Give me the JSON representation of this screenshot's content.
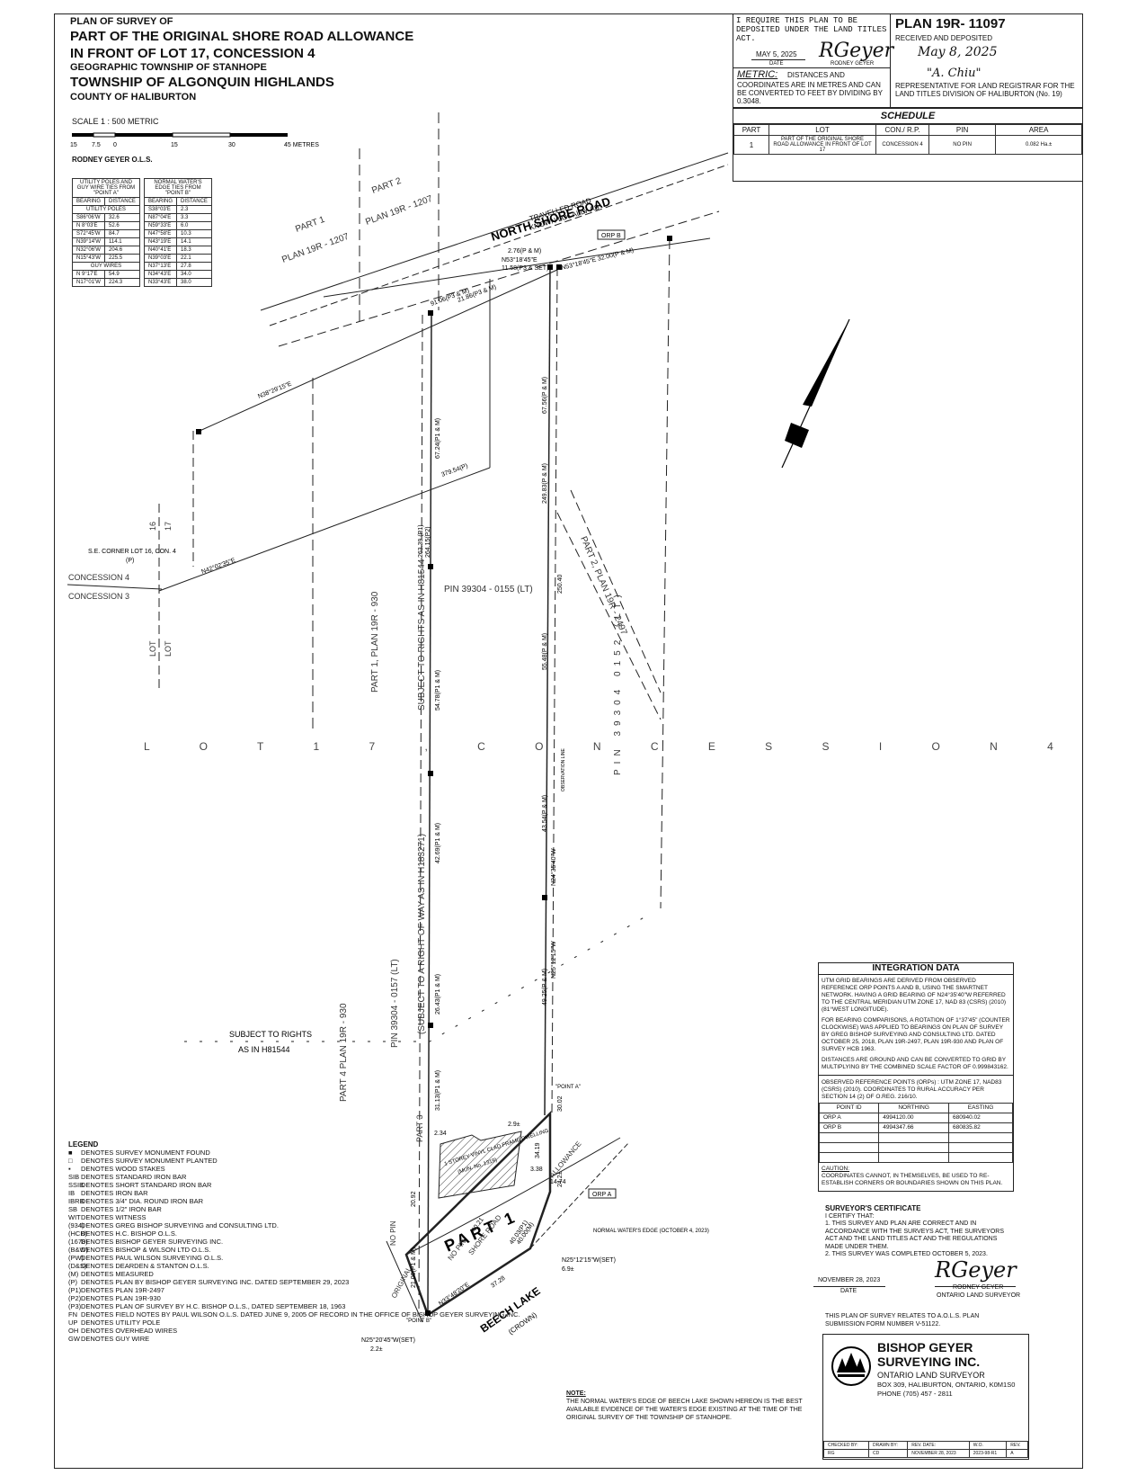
{
  "title_block": {
    "line1": "PLAN OF SURVEY OF",
    "line2": "PART OF THE ORIGINAL SHORE ROAD ALLOWANCE",
    "line3": "IN FRONT OF LOT 17, CONCESSION 4",
    "line4": "GEOGRAPHIC TOWNSHIP OF STANHOPE",
    "line5": "TOWNSHIP OF ALGONQUIN HIGHLANDS",
    "line6": "COUNTY OF HALIBURTON",
    "scale": "SCALE 1 : 500 METRIC",
    "scale_ticks": [
      "15",
      "7.5",
      "0",
      "15",
      "30",
      "45 METRES"
    ],
    "surveyor": "RODNEY GEYER O.L.S."
  },
  "deposit": {
    "require_text": "I REQUIRE THIS PLAN TO BE DEPOSITED UNDER THE LAND TITLES ACT.",
    "date_value": "MAY 5, 2025",
    "date_label": "DATE",
    "signer": "RODNEY GEYER",
    "metric_title": "METRIC:",
    "metric_sub": "DISTANCES AND",
    "metric_text": "COORDINATES ARE IN METRES AND CAN BE CONVERTED TO FEET BY DIVIDING BY 0.3048.",
    "plan_no": "PLAN 19R- 11097",
    "received": "RECEIVED AND DEPOSITED",
    "received_date": "May 8, 2025",
    "rep_name": "\"A. Chiu\"",
    "rep_text": "REPRESENTATIVE FOR LAND REGISTRAR FOR THE LAND TITLES DIVISION OF HALIBURTON (No. 19)"
  },
  "schedule": {
    "title": "SCHEDULE",
    "headers": [
      "PART",
      "LOT",
      "CON./ R.P.",
      "PIN",
      "AREA"
    ],
    "row": [
      "1",
      "PART OF THE ORIGINAL SHORE ROAD ALLOWANCE IN FRONT OF LOT 17",
      "CONCESSION 4",
      "NO PIN",
      "0.082 Ha.±"
    ]
  },
  "tie_table_a": {
    "title": "UTILITY POLES AND GUY WIRE TIES FROM \"POINT A\"",
    "headers": [
      "BEARING",
      "DISTANCE"
    ],
    "group1": "UTILITY POLES",
    "rows1": [
      [
        "S86°06'W",
        "32.6"
      ],
      [
        "N 8°03'E",
        "52.6"
      ],
      [
        "S72°45'W",
        "84.7"
      ],
      [
        "N39°14'W",
        "114.1"
      ],
      [
        "N32°06'W",
        "204.6"
      ],
      [
        "N15°43'W",
        "225.5"
      ]
    ],
    "group2": "GUY WIRES",
    "rows2": [
      [
        "N 9°17'E",
        "54.9"
      ],
      [
        "N17°01'W",
        "224.3"
      ]
    ]
  },
  "tie_table_b": {
    "title": "NORMAL WATER'S EDGE TIES FROM \"POINT B\"",
    "headers": [
      "BEARING",
      "DISTANCE"
    ],
    "rows": [
      [
        "S38°03'E",
        "2.3"
      ],
      [
        "N87°04'E",
        "3.3"
      ],
      [
        "N59°33'E",
        "6.0"
      ],
      [
        "N47°58'E",
        "10.3"
      ],
      [
        "N43°19'E",
        "14.1"
      ],
      [
        "N40°41'E",
        "18.3"
      ],
      [
        "N39°03'E",
        "22.1"
      ],
      [
        "N37°13'E",
        "27.8"
      ],
      [
        "N34°43'E",
        "34.0"
      ],
      [
        "N33°43'E",
        "38.0"
      ]
    ]
  },
  "drawing": {
    "road_label1": "TRAVELLED ROAD",
    "road_label2": "KNOWN LOCALLY AS",
    "road_name": "NORTH SHORE ROAD",
    "orp_b": "ORP B",
    "orp_a": "ORP A",
    "part1_plan_top": "PART 1",
    "plan_1207": "PLAN 19R - 1207",
    "part2_top": "PART 2",
    "plan_1207b": "PLAN 19R - 1207",
    "lot_text": "L O T   1 7 ,   C O N C E S S I O N   4",
    "concession4": "CONCESSION 4",
    "concession3": "CONCESSION 3",
    "lot16": "16",
    "lot17": "17",
    "lot_a": "LOT",
    "lot_b": "LOT",
    "se_corner": "S.E. CORNER LOT 16, CON. 4",
    "se_corner_p": "(P)",
    "bearing_n42": "N42°02'35\"E",
    "bearing_n38": "N38°29'15\"E",
    "pin_155": "PIN 39304 - 0155 (LT)",
    "pin_157": "PIN 39304 - 0157 (LT)",
    "pin_152": "PIN 39304 0152 (LT)",
    "part1_930": "PART 1, PLAN 19R - 930",
    "part4_930": "PART 4 PLAN 19R - 930",
    "part2_2497": "PART 2, PLAN 19R - 2497",
    "part3": "PART 3",
    "subject_rights": "SUBJECT TO RIGHTS AS IN H81544",
    "subject_row": "(SUBJECT TO A RIGHT OF WAY AS IN H183271)",
    "subject_left1": "SUBJECT TO RIGHTS",
    "subject_left2": "AS IN H81544",
    "part1_big": "PART 1",
    "shore_road": "SHORE ROAD",
    "no_pin_a": "NO PIN",
    "original": "ORIGINAL",
    "no_pin_b": "NO PIN",
    "allowance": "ALLOWANCE",
    "beech_lake": "BEECH LAKE",
    "crown": "(CROWN)",
    "dwelling": "1 STOREY VINYL CLAD FRAME DWELLING",
    "dwelling_no": "(MUN. No. 1319)",
    "water_edge": "NORMAL WATER'S EDGE (OCTOBER 4, 2023)",
    "point_b": "\"POINT B\"",
    "point_a": "\"POINT A\"",
    "observation_line": "OBSERVATION LINE",
    "dims": [
      "2.76(P & M)",
      "N53°18'45\"E",
      "11.58(P3 & SET)",
      "N53°18'45\"E 32.00(P & M)",
      "91.06(P3 & M)",
      "21.86(P3 & M)",
      "67.24(P1 & M)",
      "379.54(P)",
      "263.39 (P1)",
      "264.15(P2)",
      "54.78(P1 & M)",
      "42.69(P1 & M)",
      "26.43(P1 & M)",
      "31.13(P1 & M)",
      "67.56(P & M)",
      "249.83(P & M)",
      "250.40",
      "55.48(P & M)",
      "43.54(P & M)",
      "N24°35'40\"W",
      "49.25(P & M)",
      "N25°12'15\"W",
      "30.02",
      "34.19",
      "24.2±",
      "20.92",
      "21.00(P1 & M)",
      "N33°48'20\"E",
      "40.21",
      "37.28",
      "N25°12'15\"W(SET)",
      "6.9±",
      "N25°20'45\"W(SET)",
      "2.2±",
      "2.34",
      "2.9±",
      "3.38",
      "14.74",
      "40.03(P1)",
      "40.00(M)"
    ]
  },
  "integration": {
    "title": "INTEGRATION DATA",
    "p1": "UTM GRID BEARINGS ARE DERIVED FROM OBSERVED REFERENCE ORP POINTS A AND B, USING THE SMARTNET NETWORK. HAVING A GRID BEARING OF N24°35'40\"W REFERRED TO THE CENTRAL MERIDIAN UTM ZONE 17, NAD 83 (CSRS) (2010) (81°WEST LONGITUDE).",
    "p2": "FOR BEARING COMPARISONS, A ROTATION OF 1°37'45\" (COUNTER CLOCKWISE) WAS APPLIED TO BEARINGS ON PLAN OF SURVEY BY GREG BISHOP SURVEYING AND CONSULTING LTD. DATED OCTOBER 25, 2018, PLAN 19R-2497, PLAN 19R-930 AND PLAN OF SURVEY HCB 1963.",
    "p3": "DISTANCES ARE GROUND AND CAN BE CONVERTED TO GRID BY MULTIPLYING BY THE COMBINED SCALE FACTOR OF 0.999843162.",
    "p4": "OBSERVED REFERENCE POINTS (ORPs) : UTM ZONE 17, NAD83 (CSRS) (2010). COORDINATES TO RURAL ACCURACY PER SECTION 14 (2) OF O.REG. 216/10.",
    "headers": [
      "POINT ID",
      "NORTHING",
      "EASTING"
    ],
    "rows": [
      [
        "ORP A",
        "4994120.00",
        "680940.02"
      ],
      [
        "ORP B",
        "4994347.66",
        "680835.82"
      ]
    ],
    "caution_title": "CAUTION:",
    "caution": "COORDINATES CANNOT, IN THEMSELVES, BE USED TO RE-ESTABLISH CORNERS OR BOUNDARIES SHOWN ON THIS PLAN."
  },
  "certificate": {
    "title": "SURVEYOR'S CERTIFICATE",
    "intro": "I CERTIFY THAT:",
    "item1": "1.  THIS SURVEY AND PLAN ARE CORRECT AND IN ACCORDANCE WITH THE SURVEYS ACT, THE SURVEYORS ACT AND THE LAND TITLES ACT AND THE REGULATIONS MADE UNDER THEM.",
    "item2": "2.  THIS SURVEY WAS COMPLETED OCTOBER 5, 2023.",
    "date_value": "NOVEMBER 28, 2023",
    "date_label": "DATE",
    "signer": "RODNEY GEYER",
    "signer_title": "ONTARIO LAND SURVEYOR",
    "aols": "THIS PLAN OF SURVEY RELATES TO A.O.L.S. PLAN SUBMISSION FORM NUMBER V-51122."
  },
  "company": {
    "name1": "BISHOP GEYER",
    "name2": "SURVEYING INC.",
    "line1": "ONTARIO LAND SURVEYOR",
    "line2": "BOX 309, HALIBURTON, ONTARIO, K0M1S0",
    "line3": "PHONE (705) 457 - 2811",
    "footer_labels": [
      "CHECKED BY:",
      "DRAWN BY:",
      "REV. DATE:",
      "W.O.",
      "REV."
    ],
    "footer_values": [
      "RG",
      "CD",
      "NOVEMBER 28, 2023",
      "2023-98-R1",
      "A"
    ]
  },
  "legend": {
    "title": "LEGEND",
    "items": [
      [
        "■",
        "DENOTES SURVEY MONUMENT FOUND"
      ],
      [
        "□",
        "DENOTES SURVEY MONUMENT PLANTED"
      ],
      [
        "▪",
        "DENOTES WOOD STAKES"
      ],
      [
        "SIB",
        "DENOTES STANDARD IRON BAR"
      ],
      [
        "SSIB",
        "DENOTES SHORT STANDARD IRON BAR"
      ],
      [
        "IB",
        "DENOTES IRON BAR"
      ],
      [
        "IBRB",
        "DENOTES 3/4\" DIA. ROUND IRON BAR"
      ],
      [
        "SB",
        "DENOTES 1/2\" IRON BAR"
      ],
      [
        "WIT",
        "DENOTES WITNESS"
      ],
      [
        "(934)",
        "DENOTES GREG BISHOP SURVEYING and CONSULTING LTD."
      ],
      [
        "(HCB)",
        "DENOTES H.C. BISHOP O.L.S."
      ],
      [
        "(1678)",
        "DENOTES BISHOP GEYER SURVEYING INC."
      ],
      [
        "(B&W)",
        "DENOTES BISHOP & WILSON LTD O.L.S."
      ],
      [
        "(PW)",
        "DENOTES PAUL WILSON SURVEYING O.L.S."
      ],
      [
        "(D&S)",
        "DENOTES DEARDEN & STANTON O.L.S."
      ],
      [
        "(M)",
        "DENOTES MEASURED"
      ],
      [
        "(P)",
        "DENOTES PLAN BY BISHOP GEYER SURVEYING INC. DATED SEPTEMBER 29, 2023"
      ],
      [
        "(P1)",
        "DENOTES PLAN 19R-2497"
      ],
      [
        "(P2)",
        "DENOTES PLAN 19R-930"
      ],
      [
        "(P3)",
        "DENOTES PLAN OF SURVEY BY H.C. BISHOP O.L.S., DATED SEPTEMBER 18, 1963"
      ],
      [
        "FN",
        "DENOTES FIELD NOTES BY PAUL WILSON O.L.S. DATED JUNE 9, 2005 OF RECORD IN THE OFFICE OF BISHOP GEYER SURVEYING INC."
      ],
      [
        "UP",
        "DENOTES UTILITY POLE"
      ],
      [
        "OH",
        "DENOTES OVERHEAD WIRES"
      ],
      [
        "GW",
        "DENOTES GUY WIRE"
      ]
    ]
  },
  "note": {
    "title": "NOTE:",
    "text": "THE NORMAL WATER'S EDGE OF BEECH LAKE SHOWN HEREON IS THE BEST AVAILABLE EVIDENCE OF THE WATER'S EDGE EXISTING AT THE TIME OF THE ORIGINAL SURVEY OF THE TOWNSHIP OF STANHOPE."
  }
}
